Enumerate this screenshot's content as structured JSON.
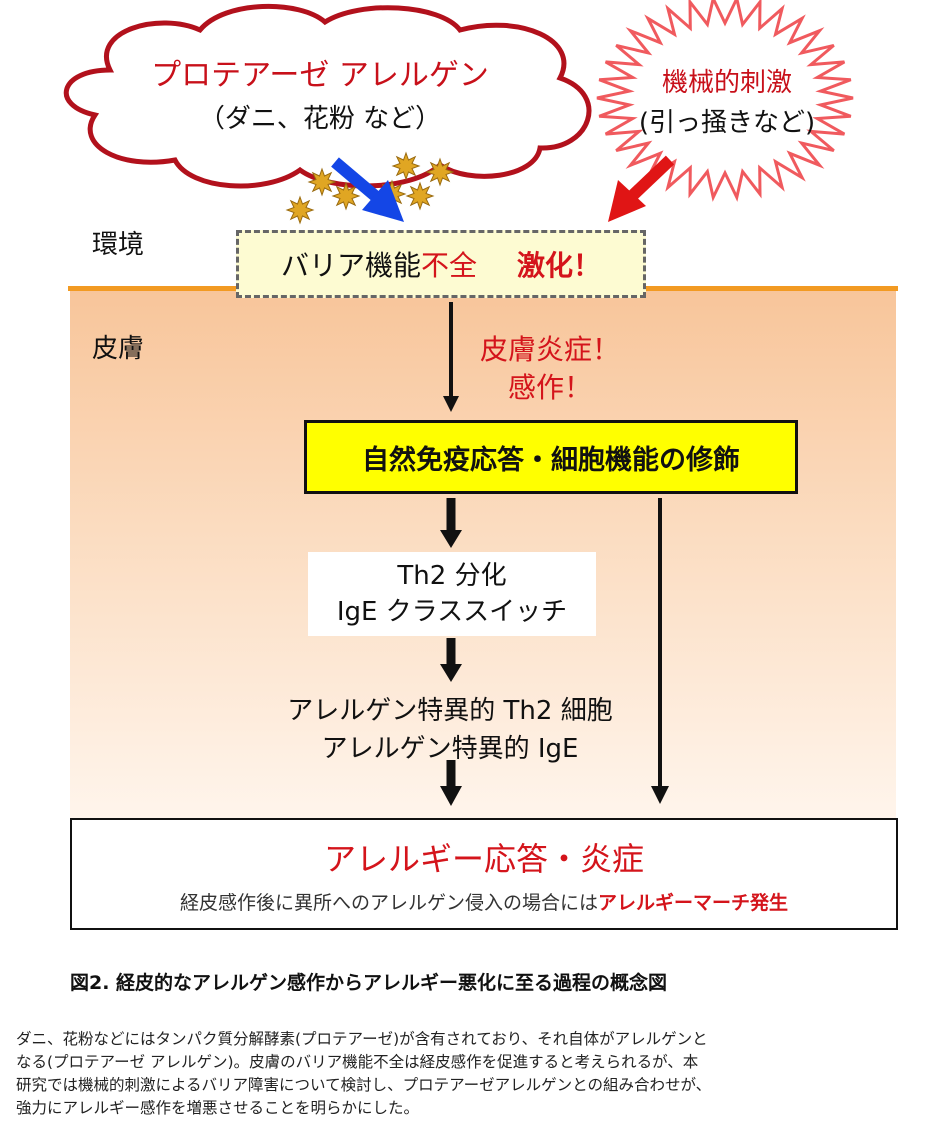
{
  "allergen": {
    "title": "プロテアーゼ アレルゲン",
    "subtitle": "（ダニ、花粉 など）"
  },
  "mechanical": {
    "title": "機械的刺激",
    "subtitle": "(引っ掻きなど)"
  },
  "labels": {
    "environment": "環境",
    "skin": "皮膚"
  },
  "barrier": {
    "part1": "バリア機能",
    "part2": "不全",
    "part3": "激化！"
  },
  "inflammation": {
    "line1": "皮膚炎症！",
    "line2": "感作！"
  },
  "innate": "自然免疫応答・細胞機能の修飾",
  "th2": {
    "line1": "Th2 分化",
    "line2": "IgE クラススイッチ"
  },
  "specific": {
    "line1": "アレルゲン特異的 Th2 細胞",
    "line2": "アレルゲン特異的 IgE"
  },
  "result": {
    "title": "アレルギー応答・炎症",
    "sub_part1": "経皮感作後に異所へのアレルゲン侵入の場合には",
    "sub_part2": "アレルギーマーチ発生"
  },
  "caption": "図2. 経皮的なアレルゲン感作からアレルギー悪化に至る過程の概念図",
  "description": [
    "ダニ、花粉などにはタンパク質分解酵素(プロテアーゼ)が含有されており、それ自体がアレルゲンと",
    "なる(プロテアーゼ アレルゲン)。皮膚のバリア機能不全は経皮感作を促進すると考えられるが、本",
    "研究では機械的刺激によるバリア障害について検討し、プロテアーゼアレルゲンとの組み合わせが、",
    "強力にアレルギー感作を増悪させることを明らかにした。"
  ],
  "colors": {
    "accent_red": "#d4141b",
    "skin_line": "#f29a22",
    "innate_box": "#ffff00",
    "barrier_box": "#fdfbd2",
    "blue_arrow": "#1446e6",
    "star": "#e0a623"
  }
}
